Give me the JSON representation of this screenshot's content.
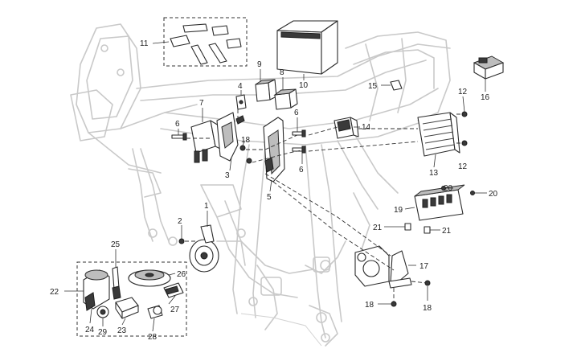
{
  "diagram": {
    "callouts": [
      "1",
      "2",
      "3",
      "4",
      "5",
      "6",
      "7",
      "8",
      "9",
      "10",
      "11",
      "12",
      "13",
      "14",
      "15",
      "16",
      "17",
      "18",
      "19",
      "20",
      "21",
      "22",
      "23",
      "24",
      "25",
      "26",
      "27",
      "28",
      "29"
    ],
    "colors": {
      "frame": "#c9c9c9",
      "part": "#2a2a2a",
      "background": "#ffffff"
    }
  }
}
